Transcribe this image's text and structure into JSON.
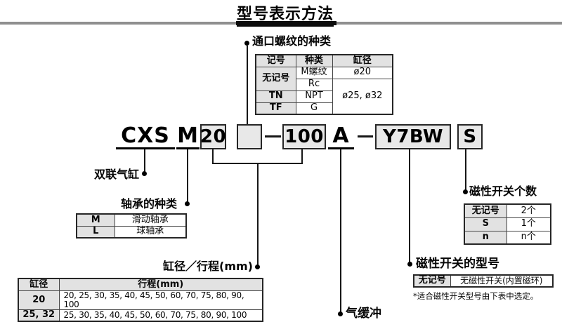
{
  "page_title": "型号表示方法",
  "model_code": {
    "series": "CXS",
    "bearing": "M",
    "bore": "20",
    "thread": "",
    "stroke": "100",
    "cushion": "A",
    "switch": "Y7BW",
    "switch_qty": "S"
  },
  "labels": {
    "dual_cylinder": "双联气缸",
    "bearing_type": "轴承的种类",
    "port_thread_type": "通口螺纹的种类",
    "bore_stroke": "缸径／行程(mm)",
    "air_cushion": "气缓冲",
    "switch_model": "磁性开关的型号",
    "switch_qty": "磁性开关个数",
    "switch_note": "*适合磁性开关型号由下表中选定。"
  },
  "tables": {
    "port_thread": {
      "headers": [
        "记号",
        "种类",
        "缸径"
      ],
      "cells": {
        "no_symbol": "无记号",
        "m_thread": "M螺纹",
        "rc": "Rc",
        "tn": "TN",
        "npt": "NPT",
        "tf": "TF",
        "g": "G",
        "bore20": "ø20",
        "bore2532": "ø25, ø32"
      }
    },
    "bearing": {
      "rows": [
        {
          "code": "M",
          "label": "滑动轴承"
        },
        {
          "code": "L",
          "label": "球轴承"
        }
      ]
    },
    "bore_stroke": {
      "headers": [
        "缸径",
        "行程(mm)"
      ],
      "rows": [
        {
          "bore": "20",
          "strokes": "20, 25, 30, 35, 40, 45, 50, 60, 70, 75, 80, 90, 100"
        },
        {
          "bore": "25, 32",
          "strokes": "25, 30, 35, 40, 45, 50, 60, 70, 75, 80, 90, 100"
        }
      ]
    },
    "switch_qty": {
      "rows": [
        {
          "code": "无记号",
          "qty": "2个"
        },
        {
          "code": "S",
          "qty": "1个"
        },
        {
          "code": "n",
          "qty": "n个"
        }
      ]
    },
    "switch_model": {
      "code": "无记号",
      "desc": "无磁性开关(内置磁环)"
    }
  },
  "colors": {
    "box_fill": "#e8e8e8",
    "key_fill": "#e2e2e2",
    "line": "#161616",
    "rule_gray": "#8f8f8f"
  }
}
